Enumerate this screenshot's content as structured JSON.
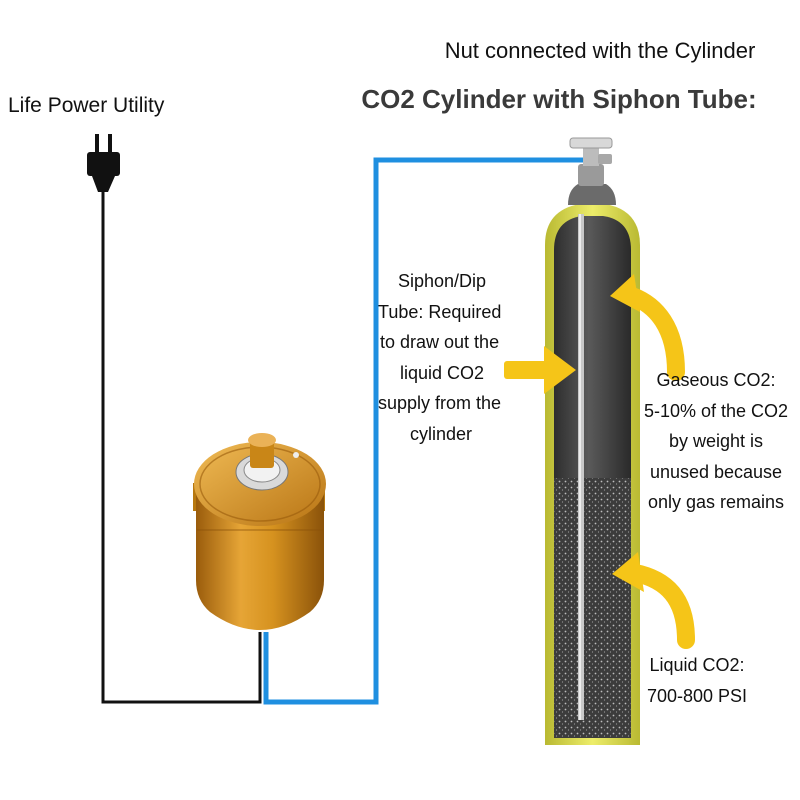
{
  "header": {
    "caption": "Nut connected with the Cylinder",
    "title": "CO2 Cylinder with Siphon Tube:"
  },
  "power": {
    "label": "Life Power Utility"
  },
  "siphon": {
    "lines": [
      "Siphon/Dip",
      "Tube: Required",
      "to draw out the",
      "liquid CO2",
      "supply from the",
      "cylinder"
    ]
  },
  "gas": {
    "lines": [
      "Gaseous CO2:",
      "5-10% of the CO2",
      "by weight is",
      "unused because",
      "only gas remains"
    ]
  },
  "liquid": {
    "lines": [
      "Liquid CO2:",
      "700-800 PSI"
    ]
  },
  "colors": {
    "tube_blue": "#1f8fe0",
    "power_cord": "#111111",
    "arrow_yellow": "#f5c518",
    "cylinder_shell": "#e3e35a",
    "cylinder_inner": "#4a4a4a",
    "device_gold": "#d38f1c"
  },
  "icons": [
    "power-plug-icon",
    "arrow-icon"
  ]
}
